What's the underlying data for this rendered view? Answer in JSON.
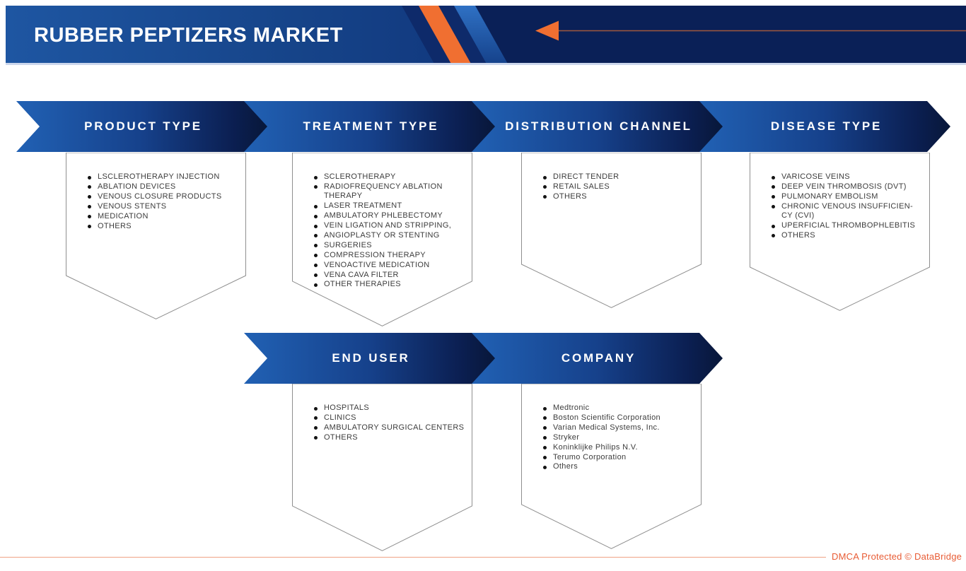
{
  "header": {
    "title": "RUBBER PEPTIZERS MARKET"
  },
  "icons": {
    "left_arrow": "left-pointing-arrow"
  },
  "colors": {
    "accent_orange": "#f06f31",
    "navy_dark": "#0a2057",
    "banner_blue_start": "#2161b4",
    "banner_blue_end": "#081739",
    "panel_border": "#8f8f8f",
    "list_text": "#3c3c3c",
    "footer_text": "#e85c35",
    "footer_line": "#f0a285"
  },
  "segments": [
    {
      "id": "product-type",
      "label": "PRODUCT TYPE",
      "items": [
        "LSCLEROTHERAPY INJECTION",
        "ABLATION DEVICES",
        "VENOUS CLOSURE PRODUCTS",
        "VENOUS STENTS",
        "MEDICATION",
        "OTHERS"
      ]
    },
    {
      "id": "treatment-type",
      "label": "TREATMENT TYPE",
      "items": [
        "SCLEROTHERAPY",
        "RADIOFREQUENCY ABLATION\nTHERAPY",
        "LASER TREATMENT",
        "AMBULATORY PHLEBECTOMY",
        "VEIN LIGATION AND STRIPPING,",
        "ANGIOPLASTY OR STENTING",
        "SURGERIES",
        "COMPRESSION THERAPY",
        "VENOACTIVE MEDICATION",
        "VENA CAVA FILTER",
        "OTHER THERAPIES"
      ]
    },
    {
      "id": "distribution-channel",
      "label": "DISTRIBUTION CHANNEL",
      "items": [
        "DIRECT TENDER",
        "RETAIL SALES",
        "OTHERS"
      ]
    },
    {
      "id": "disease-type",
      "label": "DISEASE TYPE",
      "items": [
        "VARICOSE VEINS",
        "DEEP VEIN THROMBOSIS (DVT)",
        "PULMONARY EMBOLISM",
        "CHRONIC VENOUS INSUFFICIEN-\nCY (CVI)",
        "UPERFICIAL THROMBOPHLEBITIS",
        "OTHERS"
      ]
    },
    {
      "id": "end-user",
      "label": "END USER",
      "items": [
        "HOSPITALS",
        "CLINICS",
        "AMBULATORY SURGICAL CENTERS",
        "OTHERS"
      ]
    },
    {
      "id": "company",
      "label": "COMPANY",
      "items": [
        "Medtronic",
        "Boston Scientific Corporation",
        "Varian Medical Systems, Inc.",
        "Stryker",
        "Koninklijke Philips N.V.",
        "Terumo Corporation",
        "Others"
      ]
    }
  ],
  "footer": {
    "dmca": "DMCA Protected © DataBridge"
  }
}
